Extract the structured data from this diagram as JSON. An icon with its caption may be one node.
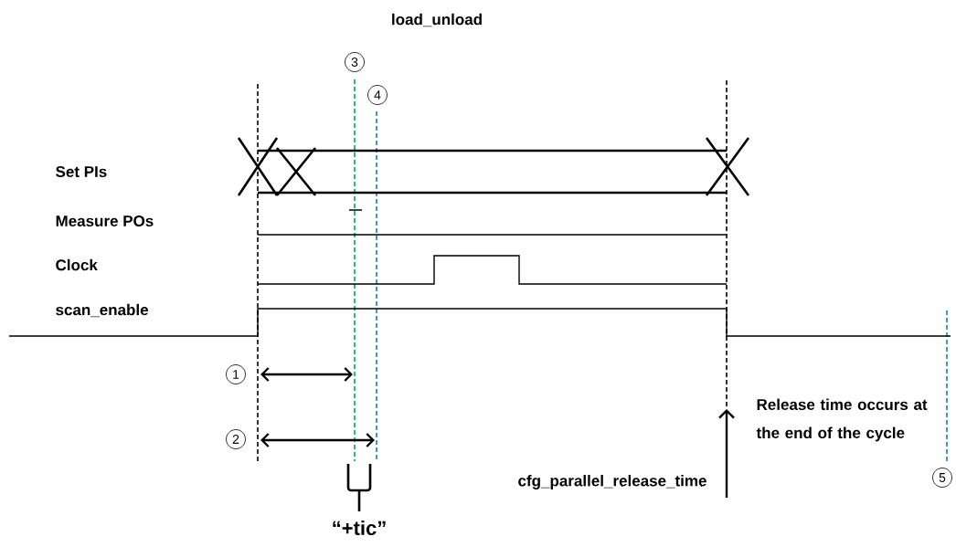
{
  "diagram": {
    "labels": [
      "load_unload",
      "3",
      "4",
      "Set PIs",
      "Measure POs",
      "Clock",
      "scan_enable",
      "1",
      "2",
      "Release time occurs at the end of the cycle",
      "cfg_parallel_release_time",
      "“+tic”",
      "5"
    ]
  }
}
